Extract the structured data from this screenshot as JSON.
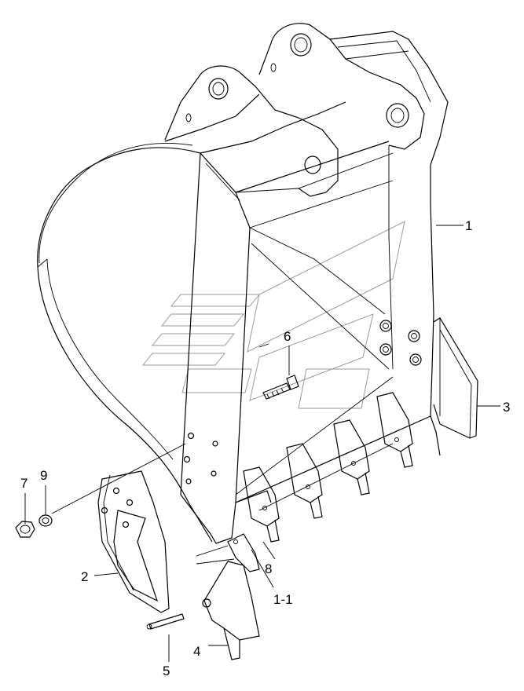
{
  "callouts": {
    "c1": "1",
    "c2": "2",
    "c3": "3",
    "c4": "4",
    "c5": "5",
    "c6": "6",
    "c7": "7",
    "c8": "8",
    "c9": "9",
    "c11": "1-1"
  }
}
